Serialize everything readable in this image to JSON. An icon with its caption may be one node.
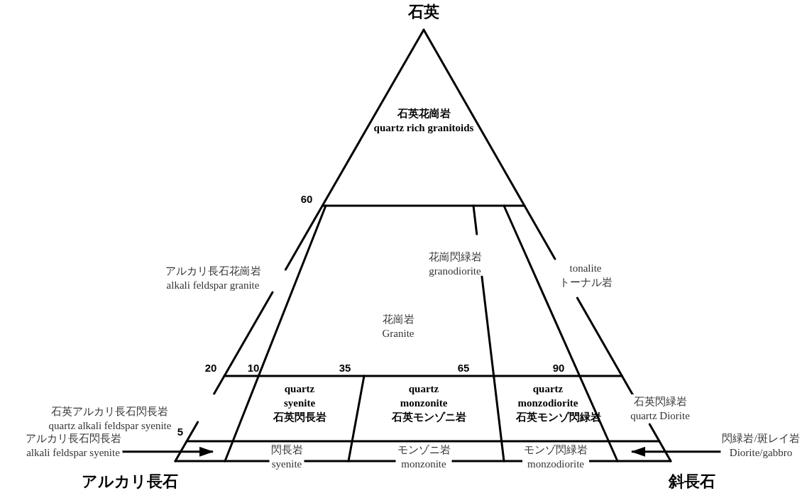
{
  "diagram": {
    "nodes": [
      {
        "text": [
          "石英花崗岩",
          "quartz rich granitoids"
        ]
      },
      {
        "text": [
          "アルカリ長石花崗岩",
          "alkali feldspar granite"
        ]
      },
      {
        "text": [
          "花崗閃緑岩",
          "granodiorite"
        ]
      },
      {
        "text": [
          "tonalite",
          "トーナル岩"
        ]
      },
      {
        "text": [
          "花崗岩",
          "Granite"
        ]
      },
      {
        "text": [
          "石英アルカリ長石閃長岩",
          "quartz alkali feldspar syenite"
        ]
      },
      {
        "text": [
          "quartz syenite",
          "石英閃長岩"
        ]
      },
      {
        "text": [
          "quartz monzonite",
          "石英モンゾニ岩"
        ]
      },
      {
        "text": [
          "quartz monzodiorite",
          "石英モンゾ閃緑岩"
        ]
      },
      {
        "text": [
          "石英閃緑岩",
          "quartz Diorite"
        ]
      },
      {
        "text": [
          "アルカリ長石閃長岩",
          "alkali feldspar syenite"
        ]
      },
      {
        "text": [
          "閃長岩",
          "syenite"
        ]
      },
      {
        "text": [
          "モンゾニ岩",
          "monzonite"
        ]
      },
      {
        "text": [
          "モンゾ閃緑岩",
          "monzodiorite"
        ]
      },
      {
        "text": [
          "閃緑岩/斑レイ岩",
          "Diorite/gabbro"
        ]
      }
    ],
    "edges": [
      {
        "from": 10,
        "to": null,
        "arrow": "to"
      },
      {
        "from": 14,
        "to": null,
        "arrow": "to"
      }
    ],
    "labels": [
      "石英",
      "60",
      "20",
      "10",
      "35",
      "65",
      "90",
      "5",
      "アルカリ長石",
      "斜長石"
    ]
  }
}
